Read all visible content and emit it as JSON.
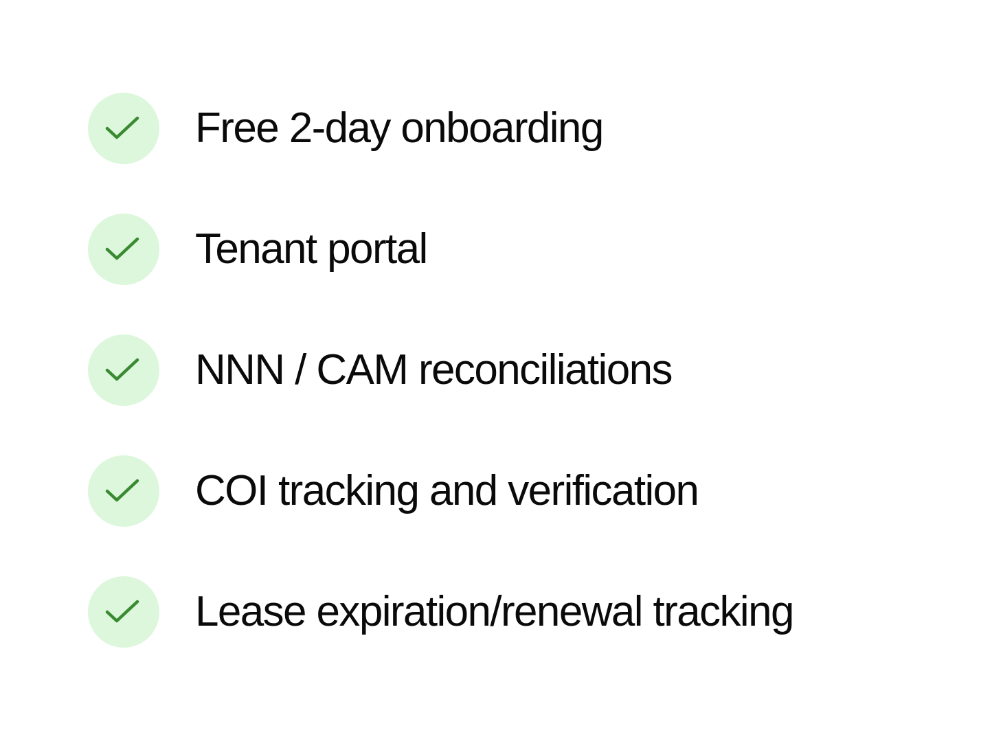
{
  "colors": {
    "badge_background": "#dcf7db",
    "check_stroke": "#3a8a32",
    "text": "#0a0a0a"
  },
  "features": [
    {
      "label": "Free 2-day onboarding",
      "icon": "check-icon"
    },
    {
      "label": "Tenant portal",
      "icon": "check-icon"
    },
    {
      "label": "NNN / CAM reconciliations",
      "icon": "check-icon"
    },
    {
      "label": "COI tracking and verification",
      "icon": "check-icon"
    },
    {
      "label": "Lease expiration/renewal tracking",
      "icon": "check-icon"
    }
  ]
}
